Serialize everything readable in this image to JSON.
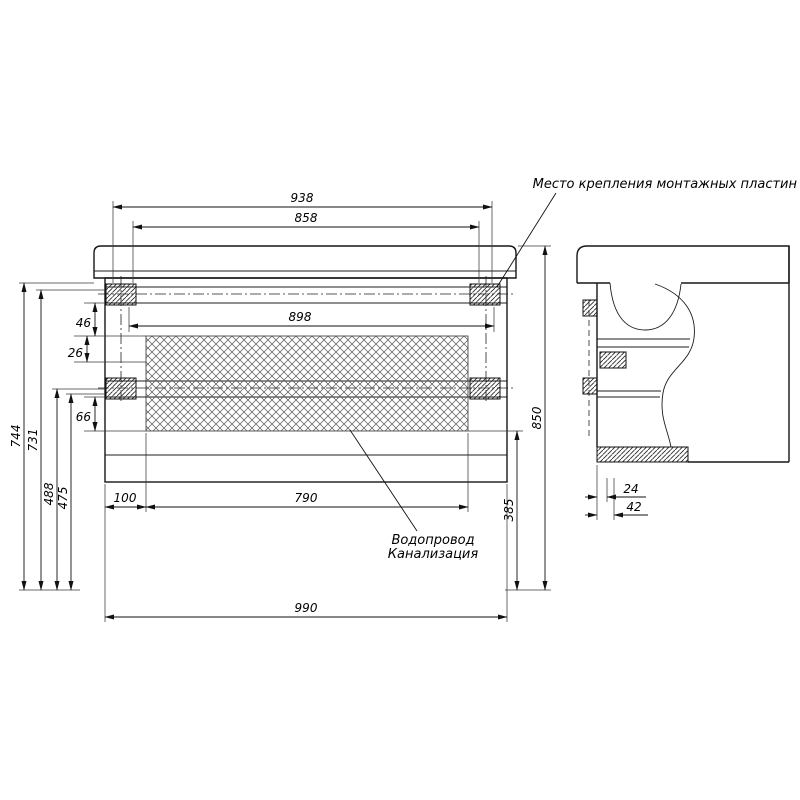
{
  "drawing": {
    "annotations": {
      "mounting_plates_label": "Место крепления монтажных пластин",
      "plumbing_label_line1": "Водопровод",
      "plumbing_label_line2": "Канализация"
    },
    "dimensions": {
      "top_outer_width": "938",
      "top_inner_width": "858",
      "interior_width": "898",
      "offset_46": "46",
      "offset_26": "26",
      "offset_66": "66",
      "height_744": "744",
      "height_731": "731",
      "height_488": "488",
      "height_475": "475",
      "bottom_offset_100": "100",
      "panel_width_790": "790",
      "height_385": "385",
      "total_height_850": "850",
      "total_width_990": "990",
      "side_offset_24": "24",
      "side_offset_42": "42"
    }
  }
}
